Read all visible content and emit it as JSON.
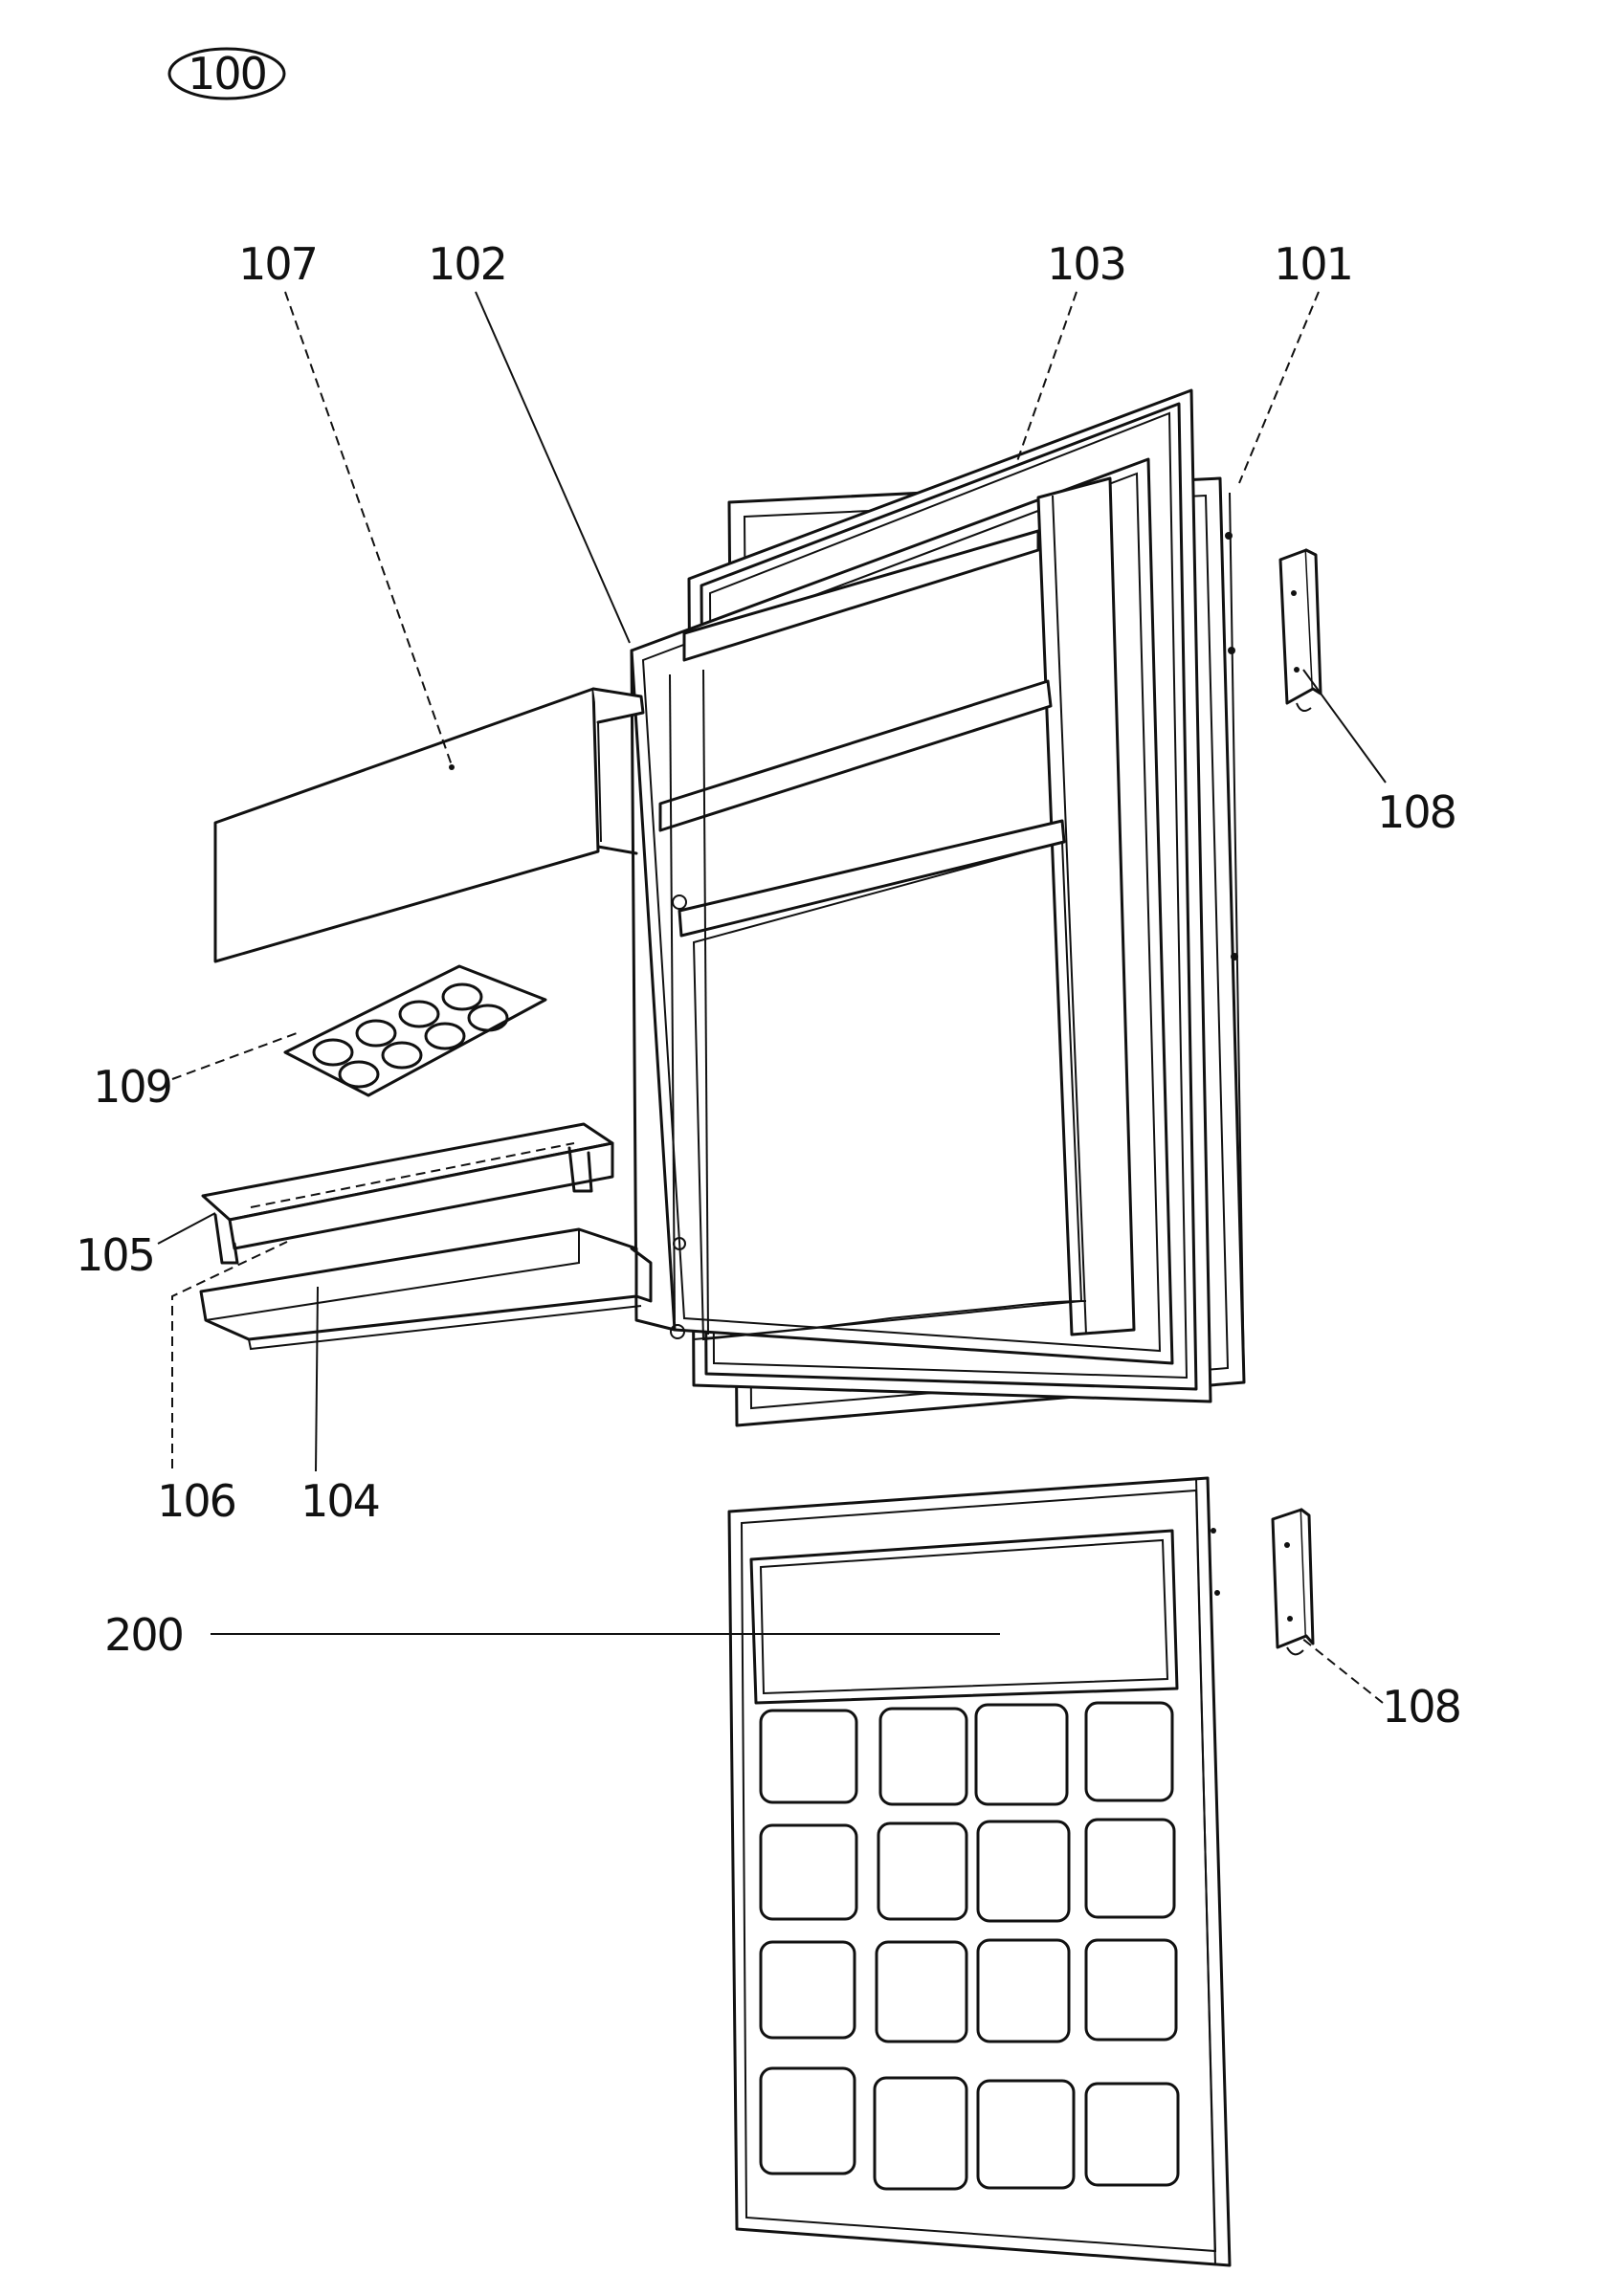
{
  "figure": {
    "title_label": "100",
    "labels": {
      "l101": "101",
      "l102": "102",
      "l103": "103",
      "l104": "104",
      "l105": "105",
      "l106": "106",
      "l107": "107",
      "l108_top": "108",
      "l108_bottom": "108",
      "l109": "109",
      "l200": "200"
    }
  }
}
